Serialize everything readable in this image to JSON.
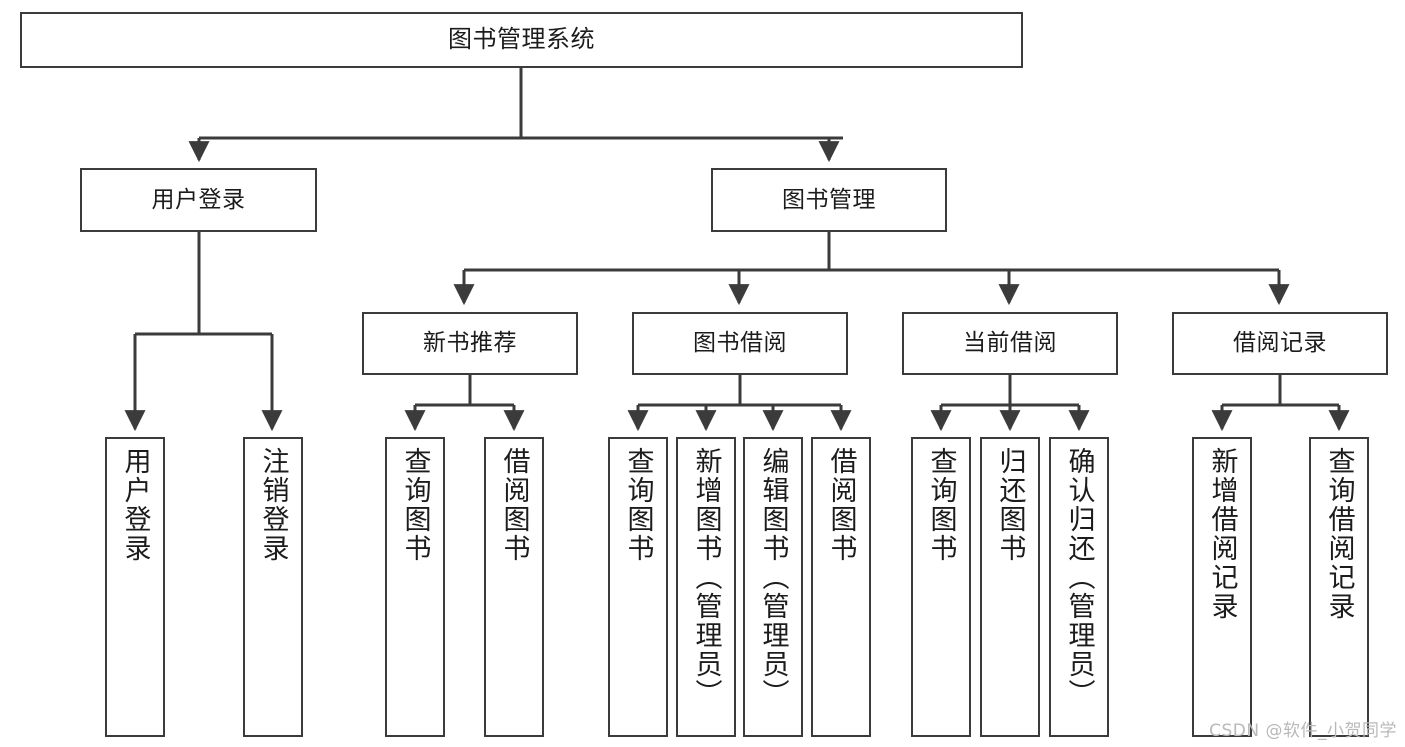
{
  "diagram": {
    "title": "图书管理系统",
    "type": "tree-hierarchy",
    "watermark": "CSDN @软件_小贺同学",
    "colors": {
      "box_border": "#3b3b3b",
      "box_fill": "#ffffff",
      "edge": "#3b3b3b",
      "text": "#1c1c1c",
      "watermark": "#b9b9b9",
      "background": "#ffffff"
    }
  },
  "nodes": {
    "root": {
      "label": "图书管理系统"
    },
    "level2": [
      {
        "label": "用户登录"
      },
      {
        "label": "图书管理"
      }
    ],
    "level3": [
      {
        "label": "新书推荐"
      },
      {
        "label": "图书借阅"
      },
      {
        "label": "当前借阅"
      },
      {
        "label": "借阅记录"
      }
    ],
    "leaves": {
      "user_login": [
        {
          "label": "用户登录"
        },
        {
          "label": "注销登录"
        }
      ],
      "new_book_recommend": [
        {
          "label": "查询图书"
        },
        {
          "label": "借阅图书"
        }
      ],
      "book_borrow": [
        {
          "label": "查询图书"
        },
        {
          "label": "新增图书（管理员）"
        },
        {
          "label": "编辑图书（管理员）"
        },
        {
          "label": "借阅图书"
        }
      ],
      "current_borrow": [
        {
          "label": "查询图书"
        },
        {
          "label": "归还图书"
        },
        {
          "label": "确认归还（管理员）"
        }
      ],
      "borrow_record": [
        {
          "label": "新增借阅记录"
        },
        {
          "label": "查询借阅记录"
        }
      ]
    }
  }
}
